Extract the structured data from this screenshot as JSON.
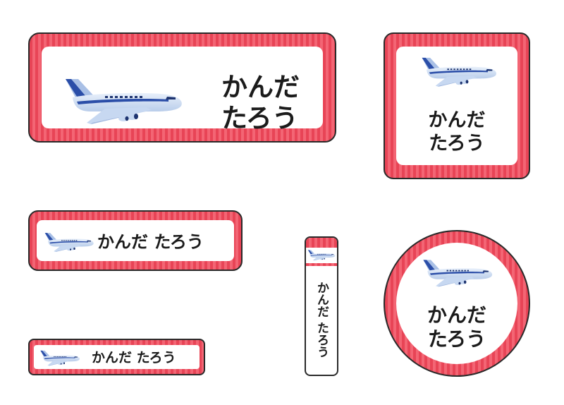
{
  "name_line1": "かんだ",
  "name_line2": "たろう",
  "name_full": "かんだ たろう",
  "icon": "airplane-icon",
  "colors": {
    "stripe_dark": "#e84456",
    "stripe_light": "#f36574",
    "border": "#2a2a2a",
    "plane_body": "#d8e6f7",
    "plane_stripe": "#2b4ea8",
    "text": "#1b1b1b"
  }
}
